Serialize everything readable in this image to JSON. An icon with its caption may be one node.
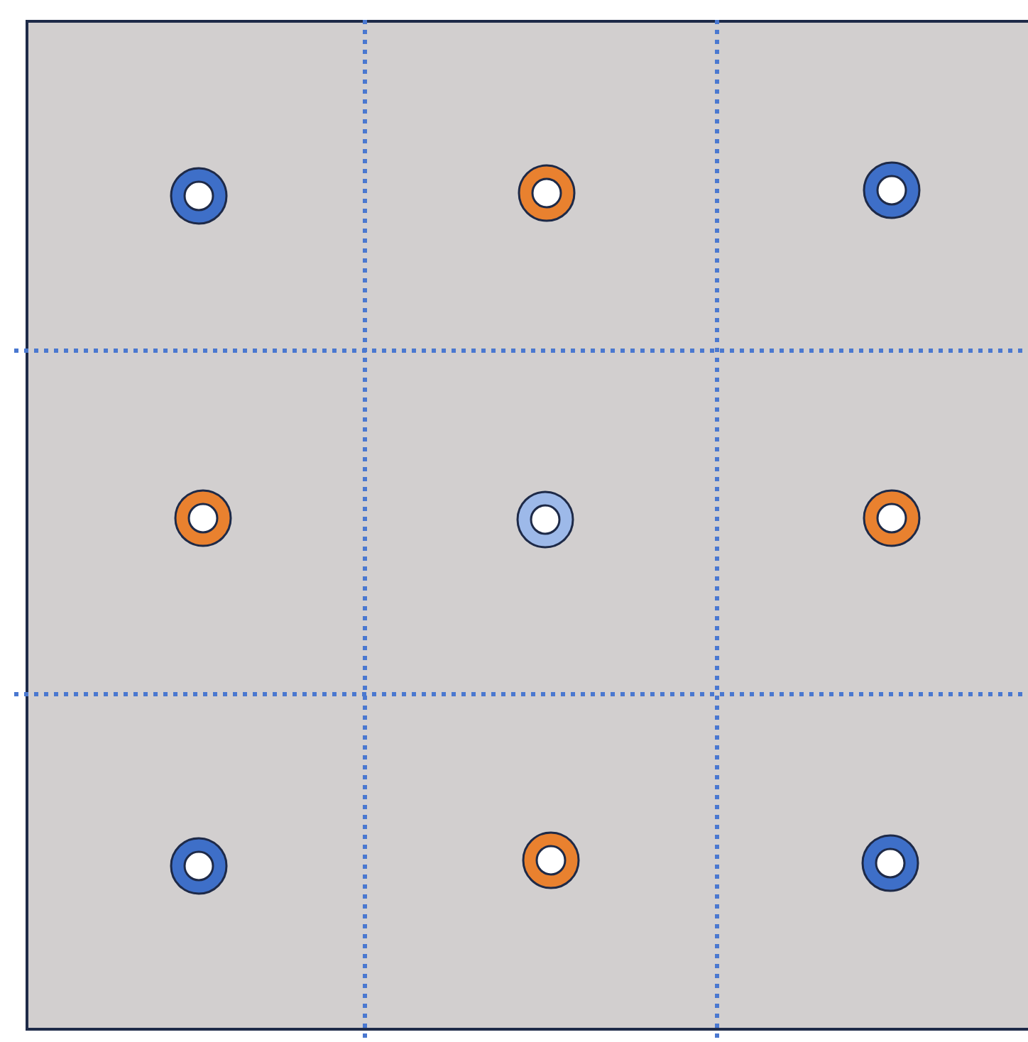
{
  "diagram": {
    "nodes": [
      {
        "text": [],
        "shape": "box"
      },
      {
        "text": [],
        "shape": "circle",
        "in": 0
      },
      {
        "text": [],
        "shape": "circle",
        "in": 0
      },
      {
        "text": [],
        "shape": "circle",
        "in": 0
      },
      {
        "text": [],
        "shape": "circle",
        "in": 0
      },
      {
        "text": [],
        "shape": "circle",
        "in": 0
      },
      {
        "text": [],
        "shape": "circle",
        "in": 0
      },
      {
        "text": [],
        "shape": "circle",
        "in": 0
      },
      {
        "text": [],
        "shape": "circle",
        "in": 0
      },
      {
        "text": [],
        "shape": "circle",
        "in": 0
      }
    ]
  }
}
